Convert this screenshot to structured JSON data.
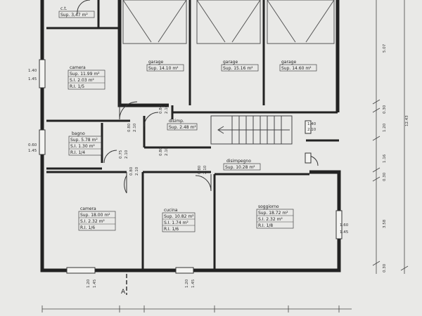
{
  "rooms": {
    "ct": {
      "name": "c.t.",
      "sup": "Sup.  3,47 m²"
    },
    "garage1": {
      "name": "garage",
      "sup": "Sup.  14.10 m²"
    },
    "garage2": {
      "name": "garage",
      "sup": "Sup.  15.16 m²"
    },
    "garage3": {
      "name": "garage",
      "sup": "Sup.  14.60 m²"
    },
    "camera1": {
      "name": "camera",
      "sup": "Sup.  11.99 m²",
      "si": "S.I.   2.03 m²",
      "ri": "R.I.   1/5"
    },
    "disimp1": {
      "name": "disimp.",
      "sup": "Sup.  2.48 m²"
    },
    "bagno": {
      "name": "bagno",
      "sup": "Sup.  5.78 m²",
      "si": "S.I.   1.30 m²",
      "ri": "R.I.   1/4"
    },
    "disimp2": {
      "name": "disimpegno",
      "sup": "Sup.  10.28 m²"
    },
    "camera2": {
      "name": "camera",
      "sup": "Sup.  18.00 m²",
      "si": "S.I.   2.32 m²",
      "ri": "R.I.   1/6"
    },
    "cucina": {
      "name": "cucina",
      "sup": "Sup.  10.82 m²",
      "si": "S.I.   1.74 m²",
      "ri": "R.I.   1/6"
    },
    "soggiorno": {
      "name": "soggiorno",
      "sup": "Sup.  18.72 m²",
      "si": "S.I.   2.32 m²",
      "ri": "R.I.   1/8"
    }
  },
  "dims": {
    "right_total": "12.43",
    "right_seg1": "5.07",
    "right_seg2": "0.30",
    "right_seg3": "1.20",
    "right_seg4": "1.16",
    "right_seg5": "0.30",
    "right_seg6": "3.58",
    "right_seg7": "0.30",
    "w_camera1_a": "1.40",
    "w_camera1_b": "1.45",
    "w_bagno_a": "0.60",
    "w_bagno_b": "1.45",
    "w_sogg_a": "1.60",
    "w_sogg_b": "1.45",
    "w_bottom1_a": "1.20",
    "w_bottom1_b": "1.45",
    "w_bottom2_a": "1.20",
    "w_bottom2_b": "1.45",
    "door_a": "0.80",
    "door_b": "2.10",
    "door_c": "0.80",
    "door_d": "2.10",
    "door_e": "0.75",
    "door_f": "2.10",
    "door_g": "0.80",
    "door_h": "2.10",
    "door_i": "0.80",
    "door_j": "2.10",
    "door_k": "0.80",
    "door_l": "2.10",
    "door_m": "1.40",
    "door_n": "2.10",
    "section_mark": "A"
  }
}
